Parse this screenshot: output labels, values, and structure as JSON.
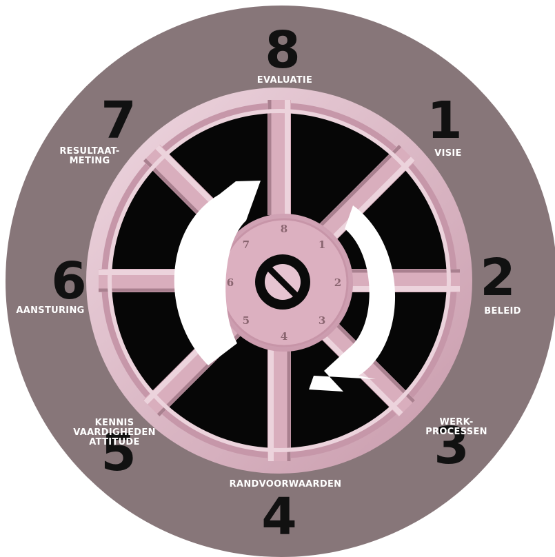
{
  "colors": {
    "background": "#ffffff",
    "outer_disc": "#877679",
    "wheel_pink": "#d9aebd",
    "wheel_light": "#ecd3dc",
    "wheel_shadow": "#a9808f",
    "window_black": "#060606",
    "number_dark": "#111111",
    "label_white": "#ffffff",
    "arrow_white": "#ffffff"
  },
  "segments": [
    {
      "id": "evaluatie",
      "number": "8",
      "label_lines": [
        "EVALUATIE"
      ]
    },
    {
      "id": "visie",
      "number": "1",
      "label_lines": [
        "VISIE"
      ]
    },
    {
      "id": "beleid",
      "number": "2",
      "label_lines": [
        "BELEID"
      ]
    },
    {
      "id": "werkprocessen",
      "number": "3",
      "label_lines": [
        "WERK-",
        "PROCESSEN"
      ]
    },
    {
      "id": "randvoorwaarden",
      "number": "4",
      "label_lines": [
        "RANDVOORWAARDEN"
      ]
    },
    {
      "id": "kennis",
      "number": "5",
      "label_lines": [
        "KENNIS",
        "VAARDIGHEDEN",
        "ATTITUDE"
      ]
    },
    {
      "id": "aansturing",
      "number": "6",
      "label_lines": [
        "AANSTURING"
      ]
    },
    {
      "id": "resultaatmeting",
      "number": "7",
      "label_lines": [
        "RESULTAAT-",
        "METING"
      ]
    }
  ],
  "hub_numbers": [
    "8",
    "1",
    "2",
    "3",
    "4",
    "5",
    "6",
    "7"
  ],
  "arrows": [
    "cycle-arrow",
    "cycle-arrow"
  ]
}
